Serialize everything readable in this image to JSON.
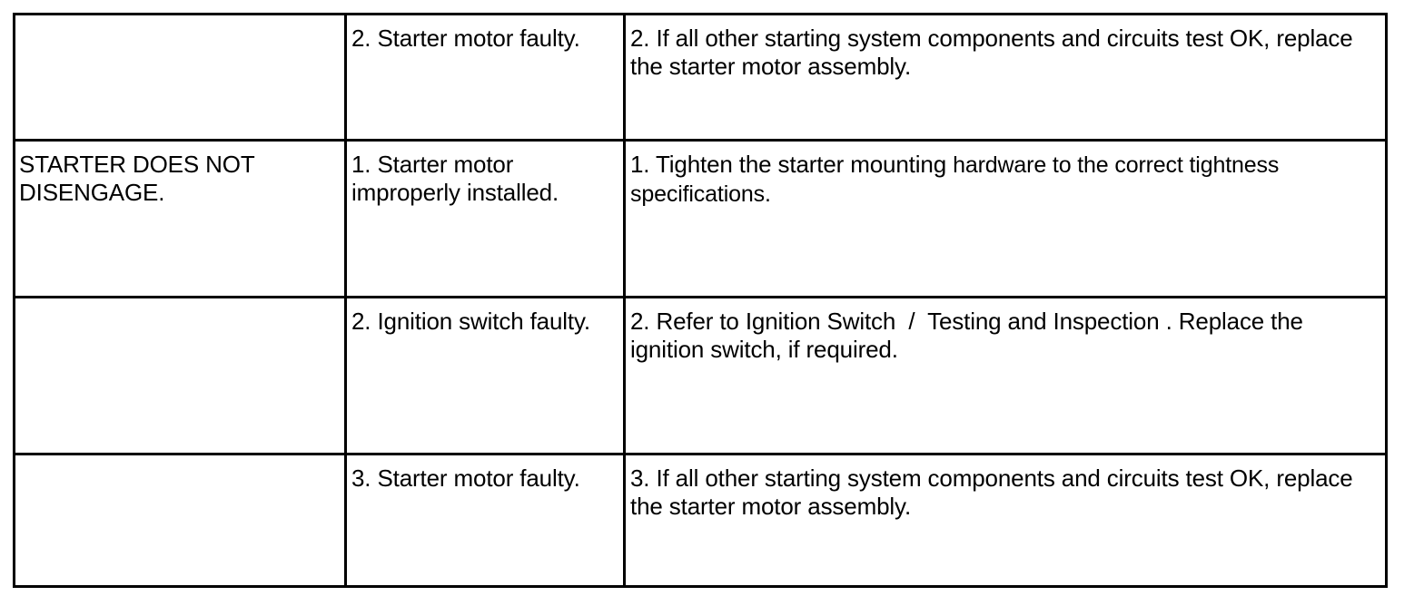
{
  "document": {
    "type": "troubleshooting-table",
    "columns": [
      "",
      "",
      ""
    ],
    "rows": [
      {
        "symptom": "",
        "cause": "2. Starter motor faulty.",
        "action": "2. If all other starting system components and circuits test OK, replace the starter motor assembly."
      },
      {
        "symptom": "STARTER DOES NOT DISENGAGE.",
        "cause": "1. Starter motor improperly installed.",
        "action_lead": "1. Tighten the starter mounting ",
        "action_rest": "hardware to the correct tightness specifications."
      },
      {
        "symptom": "",
        "cause": "2. Ignition switch faulty.",
        "action": "2. Refer to Ignition Switch  /  Testing and Inspection . Replace the ignition switch, if required."
      },
      {
        "symptom": "",
        "cause": "3. Starter motor faulty.",
        "action": "3. If all other starting system components and circuits test OK, replace the starter motor assembly."
      }
    ]
  },
  "style": {
    "border_color": "#000000",
    "text_color": "#000000",
    "background": "#ffffff"
  }
}
